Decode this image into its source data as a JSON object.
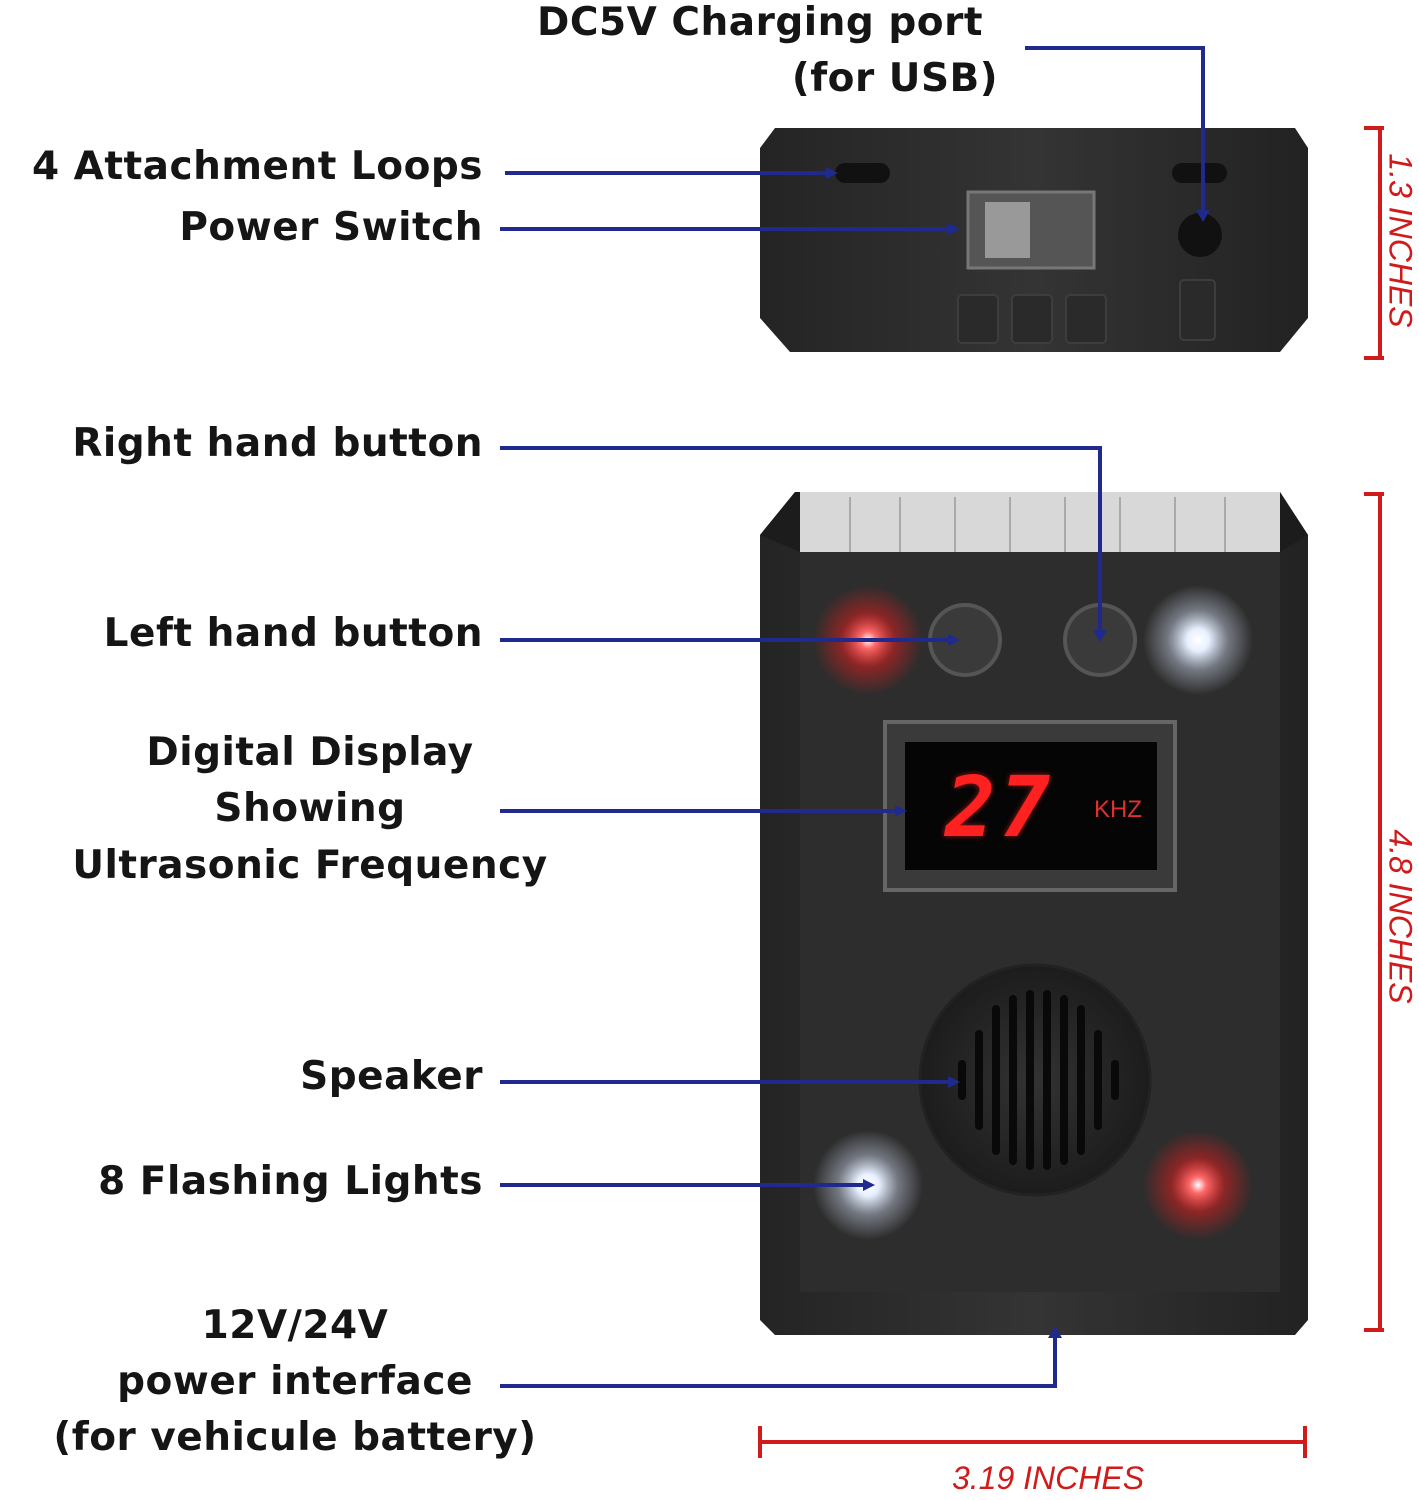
{
  "labels": {
    "charging_port_line1": "DC5V Charging port",
    "charging_port_line2": "(for USB)",
    "attachment_loops": "4 Attachment Loops",
    "power_switch": "Power Switch",
    "right_button": "Right hand button",
    "left_button": "Left hand button",
    "display_line1": "Digital Display",
    "display_line2": "Showing",
    "display_line3": "Ultrasonic Frequency",
    "speaker": "Speaker",
    "lights": "8 Flashing Lights",
    "power_line1": "12V/24V",
    "power_line2": "power interface",
    "power_line3": "(for vehicule battery)"
  },
  "display": {
    "value": "27",
    "unit": "KHZ"
  },
  "dimensions": {
    "top_height": "1.3 INCHES",
    "front_height": "4.8 INCHES",
    "width": "3.19 INCHES"
  },
  "colors": {
    "leader": "#1f2a8c",
    "dimension": "#d11a1a",
    "device": "#2b2b2b"
  }
}
